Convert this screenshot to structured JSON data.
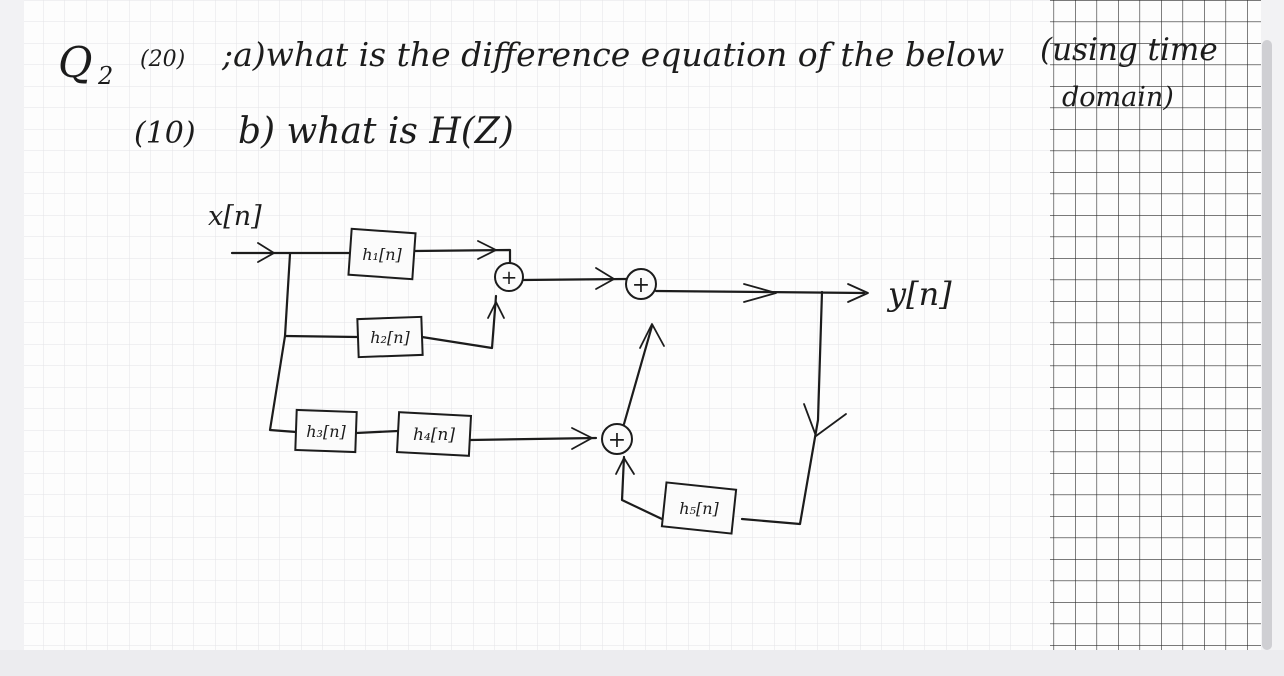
{
  "question": {
    "label": "Q",
    "number": "2",
    "total_marks": "(20)",
    "part_a": ";a)what is the difference equation of the below",
    "part_a_note": "(using time",
    "part_a_note_2": "domain)",
    "part_b_marks": "(10)",
    "part_b": "b) what is H(Z)"
  },
  "diagram": {
    "input_label": "x[n]",
    "output_label": "y[n]",
    "blocks": [
      "h₁[n]",
      "h₂[n]",
      "h₃[n]",
      "h₄[n]",
      "h₅[n]"
    ],
    "sum_symbol": "+"
  }
}
